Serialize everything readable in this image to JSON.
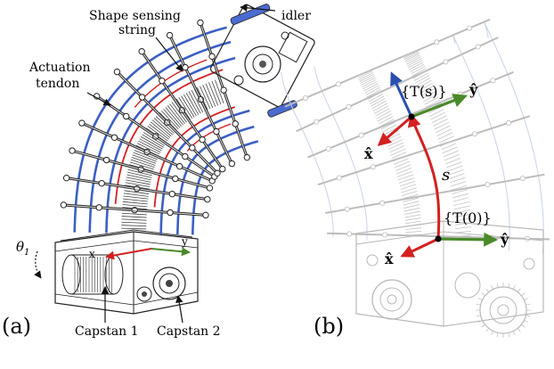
{
  "colors": {
    "tendon": "#3b5fc4",
    "sensing_string": "#d42020",
    "frame_red": "#d42020",
    "frame_green": "#4a8a2a",
    "frame_blue": "#2a4fb0",
    "drawing": "#222222",
    "drawing_light": "#b9b9b9"
  },
  "panel_a": {
    "label": "(a)",
    "annotations": {
      "shape_sensing_line1": "Shape sensing",
      "shape_sensing_line2": "string",
      "idler": "idler",
      "actuation_line1": "Actuation",
      "actuation_line2": "tendon",
      "theta": "θ",
      "theta_sub": "1",
      "axis_x": "x",
      "axis_y": "y",
      "capstan1": "Capstan 1",
      "capstan2": "Capstan 2"
    }
  },
  "panel_b": {
    "label": "(b)",
    "frames": {
      "tip_frame": "{T(s)}",
      "base_frame": "{T(0)}",
      "arc_param": "s",
      "x_hat_tip": "x̂",
      "y_hat_tip": "ŷ",
      "x_hat_base": "x̂",
      "y_hat_base": "ŷ"
    }
  }
}
